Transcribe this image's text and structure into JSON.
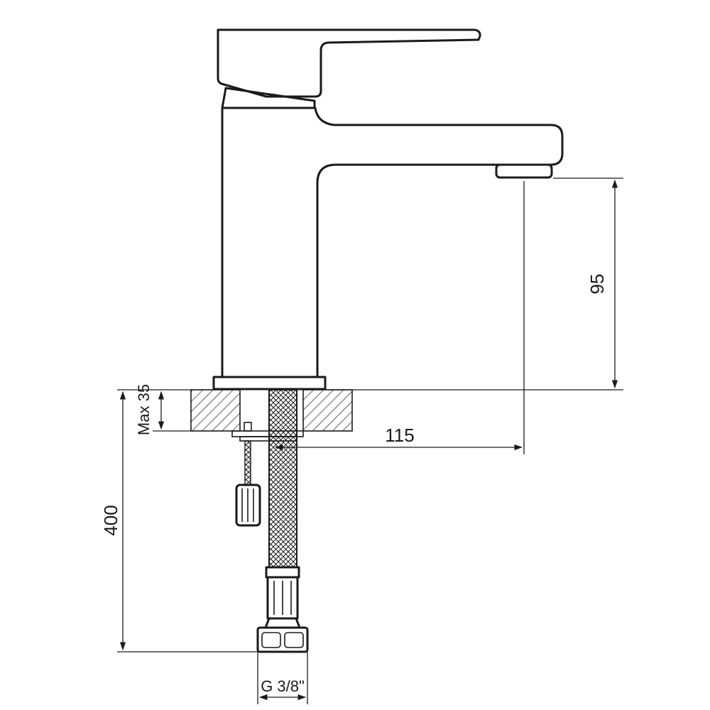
{
  "drawing": {
    "subject": "basin mixer faucet technical drawing",
    "dimensions": {
      "spout_height": "95",
      "spout_reach": "115",
      "max_deck_thickness": "Max 35",
      "hose_length": "400",
      "connection_thread": "G 3/8\""
    }
  }
}
